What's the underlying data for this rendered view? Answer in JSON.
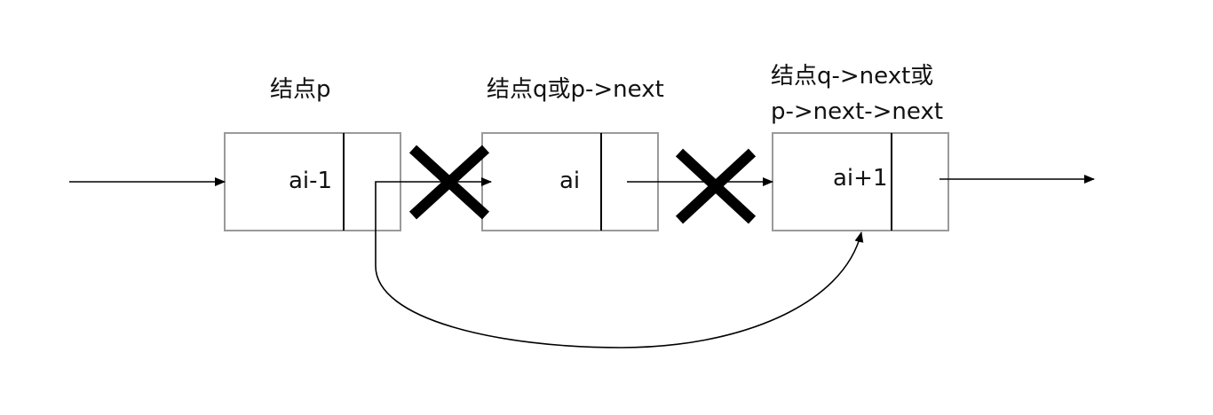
{
  "nodes": [
    {
      "title_lines": [
        "结点p"
      ],
      "value": "ai-1"
    },
    {
      "title_lines": [
        "结点q或p->next"
      ],
      "value": "ai"
    },
    {
      "title_lines": [
        "结点q->next或",
        "p->next->next"
      ],
      "value": "ai+1"
    }
  ],
  "colors": {
    "box_border": "#9a9a9a",
    "line": "#000000",
    "cross": "#000000"
  }
}
